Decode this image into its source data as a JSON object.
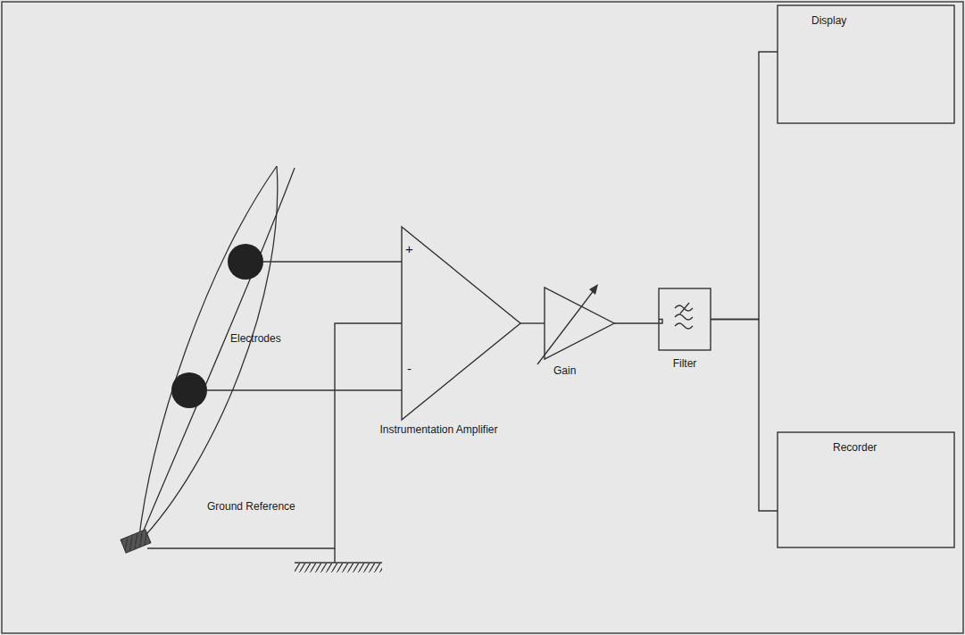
{
  "diagram": {
    "nodes": [
      {
        "text": [
          "Instrumentation Amplifier"
        ]
      },
      {
        "text": [
          "Gain"
        ]
      },
      {
        "text": [
          "Filter"
        ]
      },
      {
        "text": [
          "Display"
        ]
      },
      {
        "text": [
          "Recorder"
        ]
      }
    ],
    "edges": [
      {
        "from": 0,
        "to": 1,
        "arrow": "none"
      },
      {
        "from": 1,
        "to": 2,
        "arrow": "none"
      },
      {
        "from": 2,
        "to": 3,
        "arrow": "none"
      },
      {
        "from": 2,
        "to": 4,
        "arrow": "none"
      }
    ],
    "labels": [
      "+",
      "-",
      "Electrodes",
      "Ground Reference"
    ]
  }
}
